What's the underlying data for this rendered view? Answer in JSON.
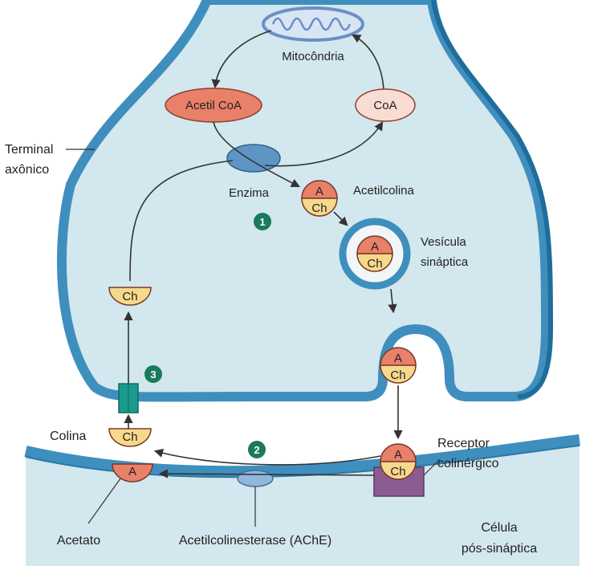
{
  "labels": {
    "terminal_line1": "Terminal",
    "terminal_line2": "axônico",
    "mitochondria": "Mitocôndria",
    "acetyl_coa": "Acetil CoA",
    "coa": "CoA",
    "enzyme": "Enzima",
    "acetylcholine": "Acetilcolina",
    "vesicle_line1": "Vesícula",
    "vesicle_line2": "sináptica",
    "choline": "Colina",
    "receptor_line1": "Receptor",
    "receptor_line2": "colinérgico",
    "acetate": "Acetato",
    "ache": "Acetilcolinesterase (AChE)",
    "post_line1": "Célula",
    "post_line2": "pós-sináptica"
  },
  "molecules": {
    "A": "A",
    "Ch": "Ch"
  },
  "steps": [
    "1",
    "2",
    "3"
  ],
  "colors": {
    "cytoplasm": "#d3e7ee",
    "membrane": "#3f8fbe",
    "membrane_dark": "#1f6d9a",
    "acetyl_coa_fill": "#e8806a",
    "coa_fill": "#f9ddd2",
    "enzyme_fill": "#5e95c4",
    "acetate_fill": "#e8806a",
    "choline_fill": "#f7d98c",
    "step_badge": "#1a7a5c",
    "transporter": "#1a9a8c",
    "receptor": "#8a5c92"
  }
}
